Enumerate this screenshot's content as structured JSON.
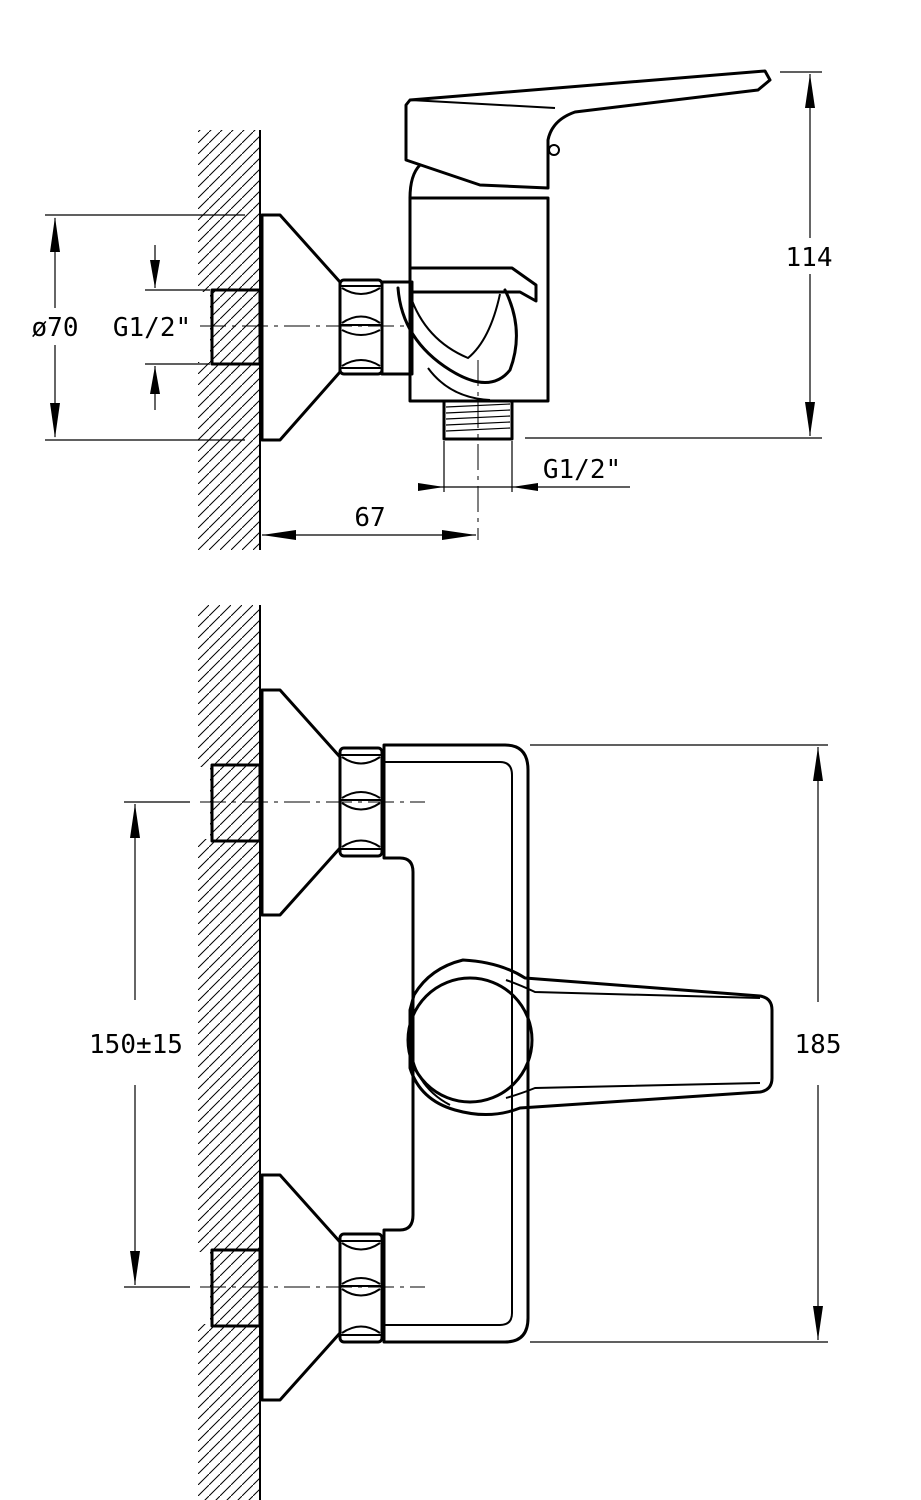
{
  "dimensions": {
    "height_114": "114",
    "diameter_70": "ø70",
    "inlet_thread": "G1/2\"",
    "outlet_thread": "G1/2\"",
    "depth_67": "67",
    "spacing_150": "150±15",
    "width_185": "185"
  },
  "colors": {
    "stroke": "#000000",
    "background": "#ffffff"
  }
}
